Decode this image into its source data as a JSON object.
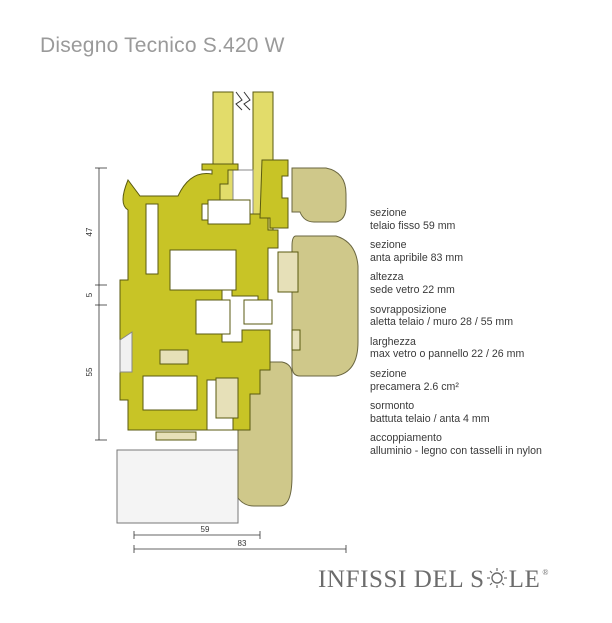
{
  "title": "Disegno Tecnico S.420 W",
  "dimensions": {
    "vertical_top": "47",
    "vertical_mid": "5",
    "vertical_bottom": "55",
    "horizontal_inner": "59",
    "horizontal_outer": "83"
  },
  "specs": [
    {
      "label": "sezione",
      "value": "telaio fisso 59 mm"
    },
    {
      "label": "sezione",
      "value": "anta apribile 83 mm"
    },
    {
      "label": "altezza",
      "value": "sede vetro 22 mm"
    },
    {
      "label": "sovrapposizione",
      "value": "aletta telaio / muro 28 / 55 mm"
    },
    {
      "label": "larghezza",
      "value": "max vetro o pannello 22 / 26 mm"
    },
    {
      "label": "sezione",
      "value": "precamera 2.6 cm²"
    },
    {
      "label": "sormonto",
      "value": "battuta telaio / anta 4 mm"
    },
    {
      "label": "accoppiamento",
      "value": "alluminio - legno con tasselli in nylon"
    }
  ],
  "brand": {
    "part1": "INFISSI DEL S",
    "part2": "LE",
    "registered": "®"
  },
  "colors": {
    "aluminium": "#c8c426",
    "aluminium_stroke": "#5a5a10",
    "wood": "#cfc88a",
    "wood_stroke": "#6a6640",
    "gasket": "#e6e0b8",
    "glass": "#e2dc6a",
    "sill": "#f4f4f4",
    "title": "#9a9a9a",
    "text": "#3a3a3a"
  }
}
